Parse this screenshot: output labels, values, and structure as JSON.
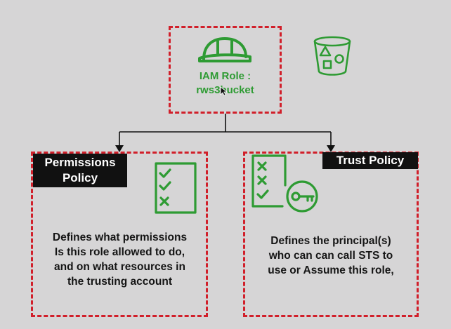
{
  "role": {
    "title": "IAM Role :",
    "name": "rws3bucket"
  },
  "permissions": {
    "header_line1": "Permissions",
    "header_line2": "Policy",
    "description": [
      "Defines what permissions",
      "Is this role allowed to do,",
      "and on what resources in",
      "the trusting account"
    ]
  },
  "trust": {
    "header": "Trust Policy",
    "description": [
      "Defines the principal(s)",
      "who can can call STS to",
      "use or Assume this role,"
    ]
  },
  "icons": {
    "role": "hard-hat-icon",
    "bucket": "s3-bucket-icon",
    "permissions": "checklist-icon",
    "trust": "checklist-key-icon"
  },
  "colors": {
    "background": "#d6d5d6",
    "dashed_border": "#d11f2a",
    "green": "#2e9b33",
    "header_bg": "#111111",
    "text": "#151515"
  }
}
